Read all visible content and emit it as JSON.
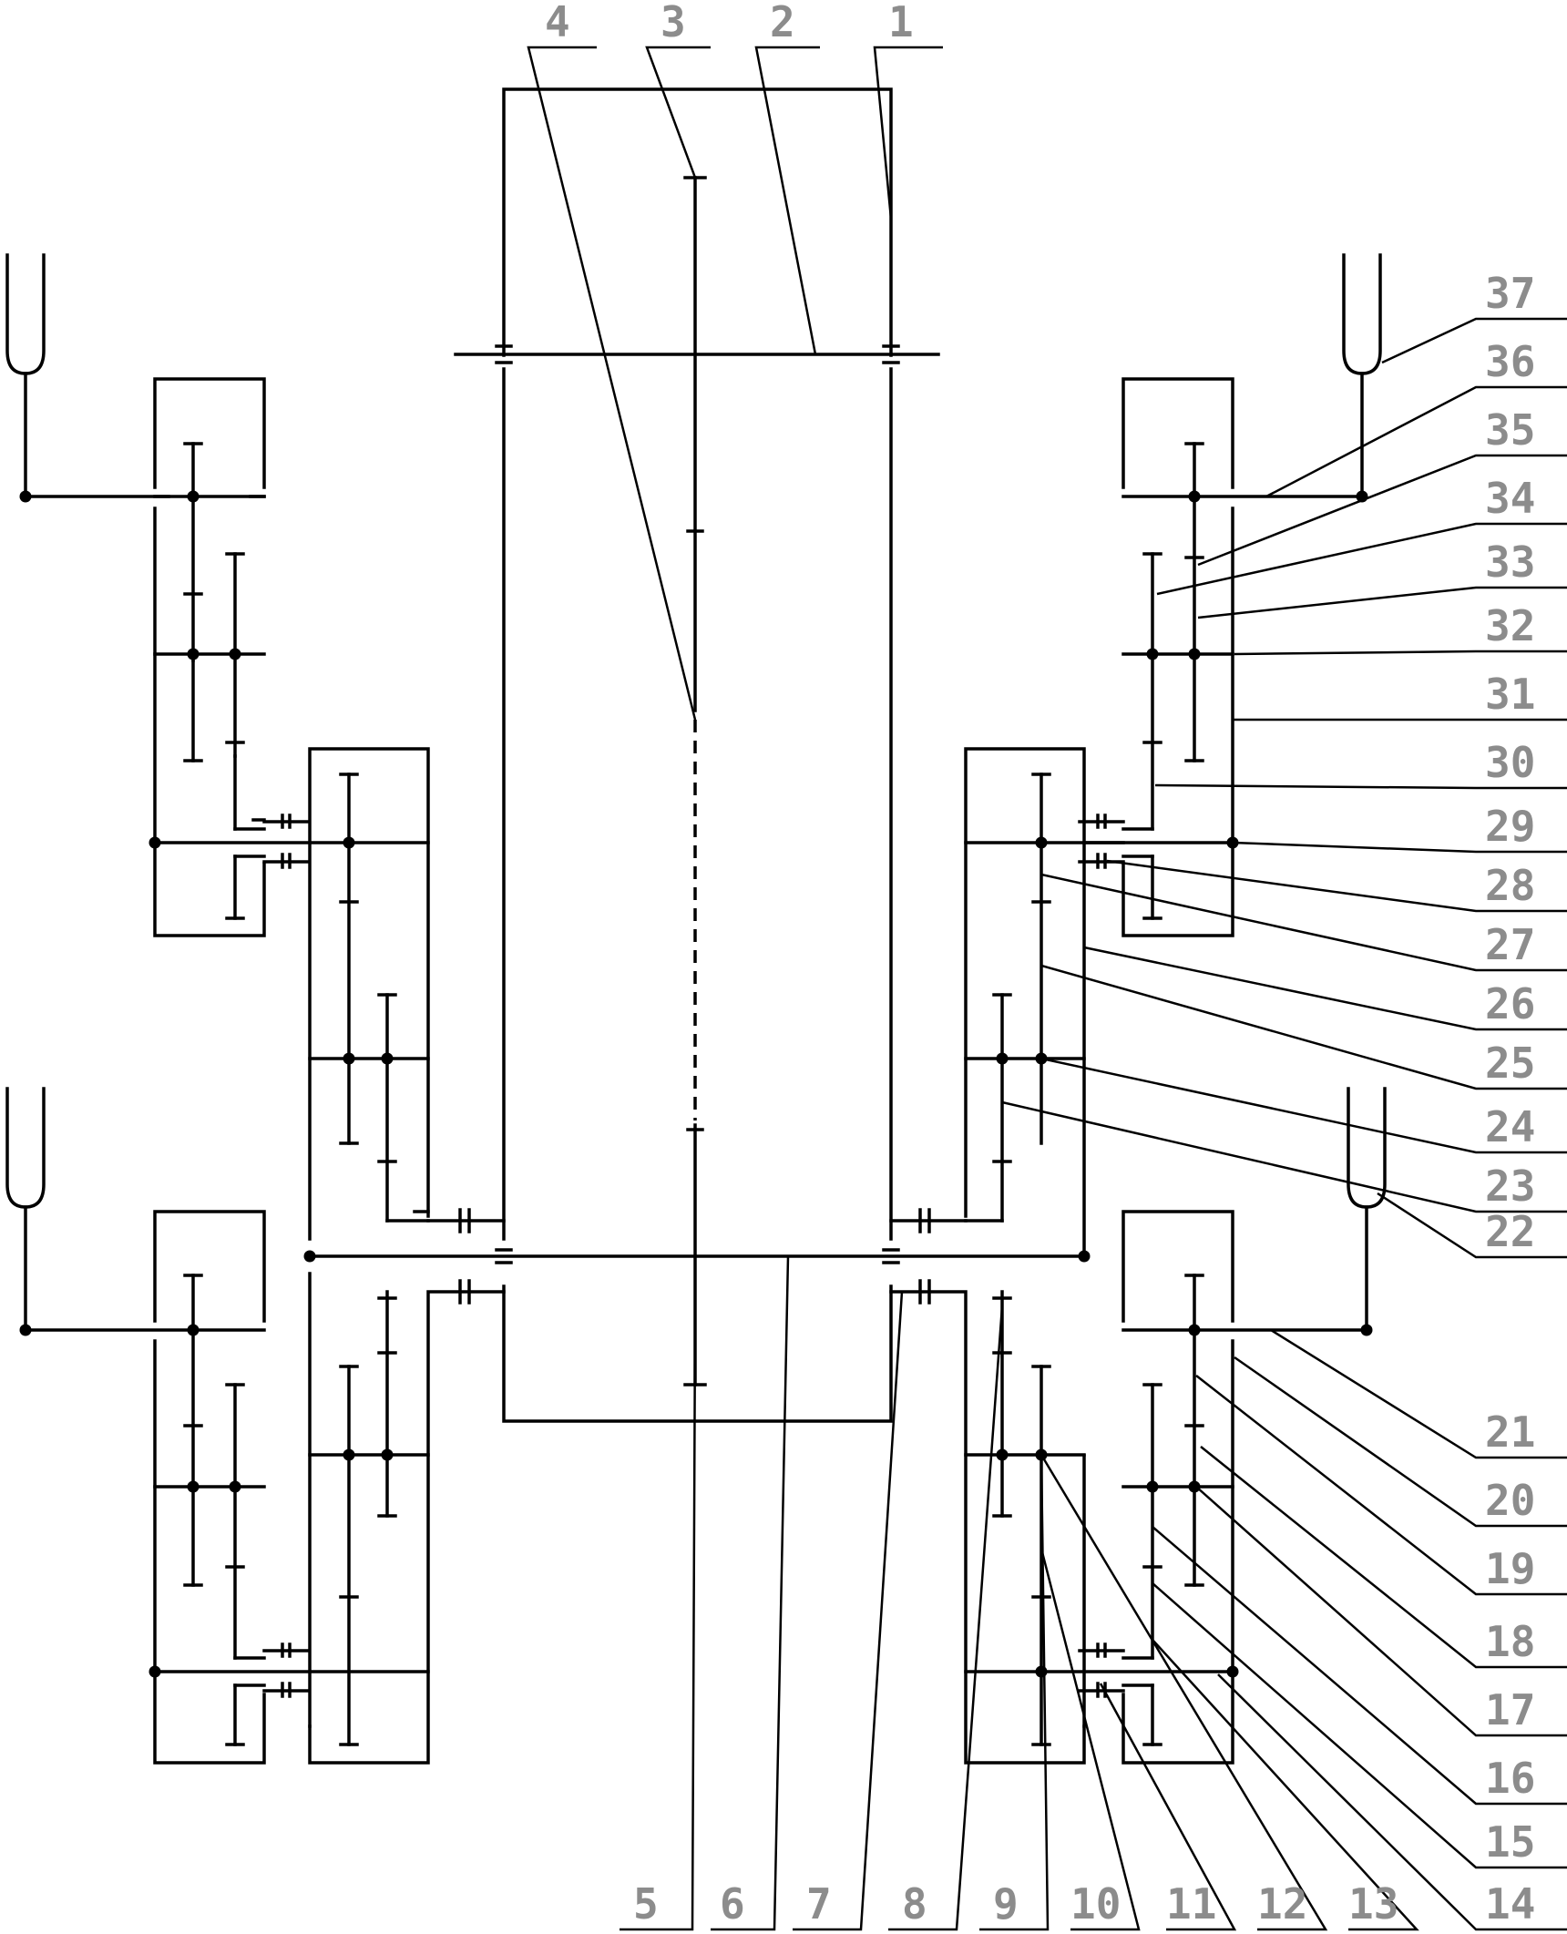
{
  "diagram": {
    "part_labels_top": [
      "4",
      "3",
      "2",
      "1"
    ],
    "part_labels_right": [
      "37",
      "36",
      "35",
      "34",
      "33",
      "32",
      "31",
      "30",
      "29",
      "28",
      "27",
      "26",
      "25",
      "24",
      "23",
      "22",
      "21",
      "20",
      "19",
      "18",
      "17",
      "16",
      "15",
      "14"
    ],
    "part_labels_bottom": [
      "5",
      "6",
      "7",
      "8",
      "9",
      "10",
      "11",
      "12",
      "13"
    ],
    "colors": {
      "lines": "#000000",
      "labels": "#8c8c8c",
      "background": "#ffffff"
    }
  }
}
